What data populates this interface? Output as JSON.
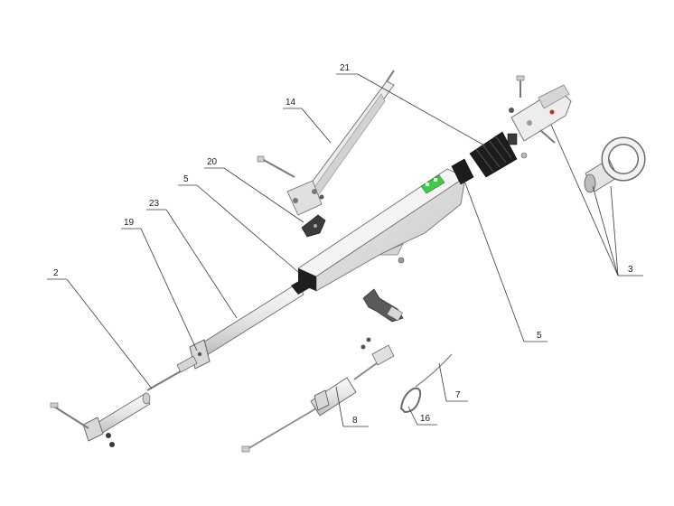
{
  "callouts": [
    {
      "id": "c21",
      "text": "21"
    },
    {
      "id": "c14",
      "text": "14"
    },
    {
      "id": "c20",
      "text": "20"
    },
    {
      "id": "c5a",
      "text": "5"
    },
    {
      "id": "c23",
      "text": "23"
    },
    {
      "id": "c19",
      "text": "19"
    },
    {
      "id": "c2",
      "text": "2"
    },
    {
      "id": "c3",
      "text": "3"
    },
    {
      "id": "c5b",
      "text": "5"
    },
    {
      "id": "c7",
      "text": "7"
    },
    {
      "id": "c16",
      "text": "16"
    },
    {
      "id": "c8",
      "text": "8"
    }
  ],
  "colors": {
    "accent_sticker": "#41c84d",
    "bellows": "#1c1c1c",
    "metal": "#ececec"
  }
}
